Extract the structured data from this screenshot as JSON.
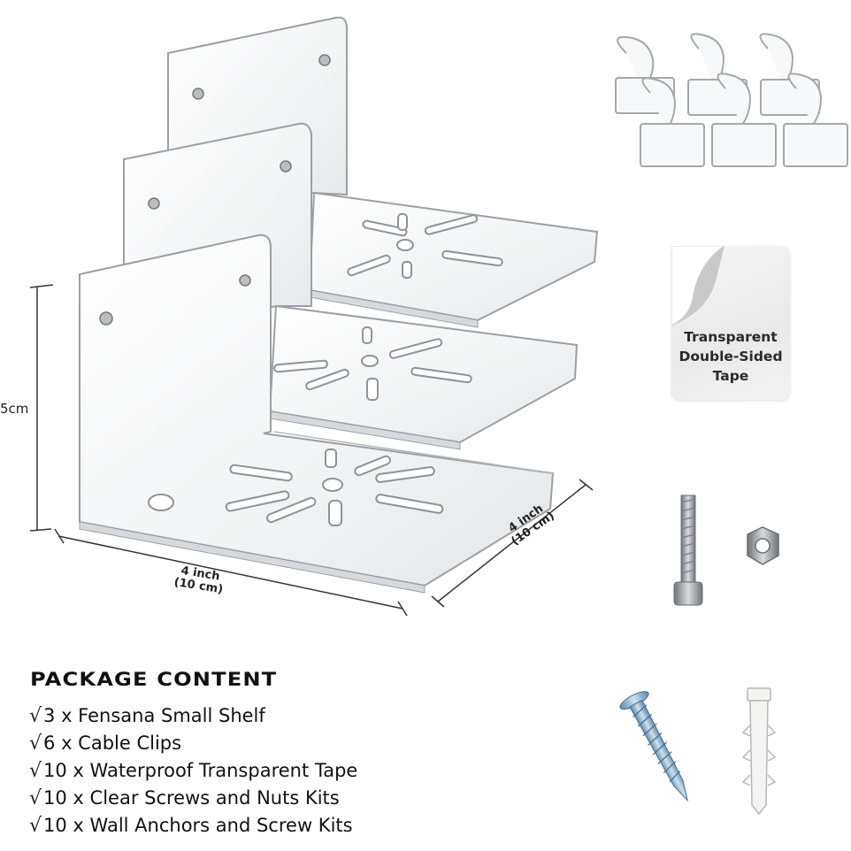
{
  "dimensions": {
    "height_label": "5cm",
    "width_label": "4 inch\n(10 cm)",
    "depth_label": "4 inch\n(10 cm)"
  },
  "tape": {
    "label": "Transparent\nDouble-Sided\nTape"
  },
  "package": {
    "title": "PACKAGE CONTENT",
    "check_mark": "√",
    "items": [
      "3 x Fensana Small Shelf",
      "6 x Cable Clips",
      "10 x Waterproof Transparent Tape",
      "10 x Clear Screws and Nuts Kits",
      "10 x Wall Anchors and Screw Kits"
    ]
  },
  "colors": {
    "acrylic_edge": "#9aa0a6",
    "acrylic_fill": "#f4f6f7",
    "screw_metal": "#8a9095",
    "screw_blue": "#7fa9c8",
    "text": "#111111"
  }
}
